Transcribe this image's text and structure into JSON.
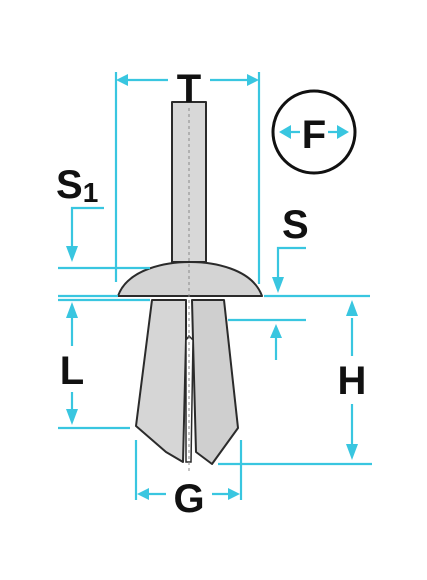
{
  "labels": {
    "t": "T",
    "f": "F",
    "s1_main": "S",
    "s1_sub": "1",
    "s": "S",
    "l": "L",
    "h": "H",
    "g": "G"
  },
  "colors": {
    "dimension": "#39c6e0",
    "part_fill": "#d4d4d4",
    "part_outline": "#2b2b2b",
    "background": "#ffffff"
  }
}
